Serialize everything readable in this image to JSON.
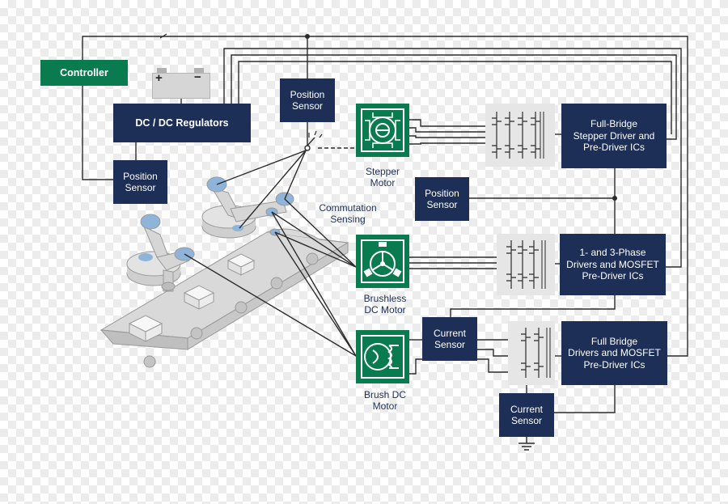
{
  "blocks": {
    "controller": "Controller",
    "regulators": "DC / DC Regulators",
    "position_sensor_left": [
      "Position",
      "Sensor"
    ],
    "position_sensor_top": [
      "Position",
      "Sensor"
    ],
    "position_sensor_mid": [
      "Position",
      "Sensor"
    ],
    "current_sensor_mid": [
      "Current",
      "Sensor"
    ],
    "current_sensor_bottom": [
      "Current",
      "Sensor"
    ],
    "stepper_driver": [
      "Full-Bridge",
      "Stepper Driver and",
      "Pre-Driver ICs"
    ],
    "bldc_driver": [
      "1- and 3-Phase",
      "Drivers and MOSFET",
      "Pre-Driver ICs"
    ],
    "brush_driver": [
      "Full Bridge",
      "Drivers and MOSFET",
      "Pre-Driver ICs"
    ]
  },
  "labels": {
    "stepper_motor": [
      "Stepper",
      "Motor"
    ],
    "brushless_motor": [
      "Brushless",
      "DC Motor"
    ],
    "brush_motor": [
      "Brush DC",
      "Motor"
    ],
    "commutation": [
      "Commutation",
      "Sensing"
    ]
  },
  "battery_symbols": {
    "plus": "+",
    "minus": "−"
  },
  "colors": {
    "navy": "#1d2f56",
    "green": "#0a7a4f",
    "wire": "#2b2b2b",
    "robot_gray": "#d9d9d9",
    "accent_blue": "#8fb4d9"
  }
}
